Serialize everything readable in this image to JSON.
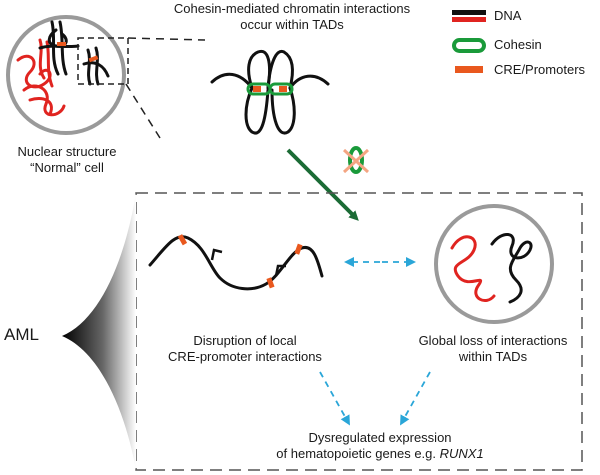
{
  "legend": {
    "dna": "DNA",
    "cohesin": "Cohesin",
    "cre": "CRE/Promoters",
    "colors": {
      "dna_black": "#111111",
      "dna_red": "#e02420",
      "cohesin": "#1a9a3a",
      "cre": "#e9581e"
    }
  },
  "top": {
    "title_line1": "Cohesin-mediated chromatin interactions",
    "title_line2": "occur within TADs",
    "nucleus_line1": "Nuclear structure",
    "nucleus_line2": "“Normal” cell"
  },
  "aml_label": "AML",
  "panel": {
    "disruption_line1": "Disruption of local",
    "disruption_line2": "CRE-promoter interactions",
    "global_line1": "Global loss of interactions",
    "global_line2": "within TADs",
    "bottom_line1": "Dysregulated expression",
    "bottom_line2_prefix": "of hematopoietic genes e.g.",
    "bottom_gene": "RUNX1"
  },
  "colors": {
    "arrow_green": "#1b6b35",
    "arrow_blue": "#2aa6d8",
    "nucleus_ring": "#9a9a9a",
    "box_dash": "#555555"
  },
  "icons": [
    "nucleus-icon",
    "tad-loop-icon",
    "cohesin-crossed-icon",
    "dna-strand-icon",
    "aml-cone-icon"
  ]
}
